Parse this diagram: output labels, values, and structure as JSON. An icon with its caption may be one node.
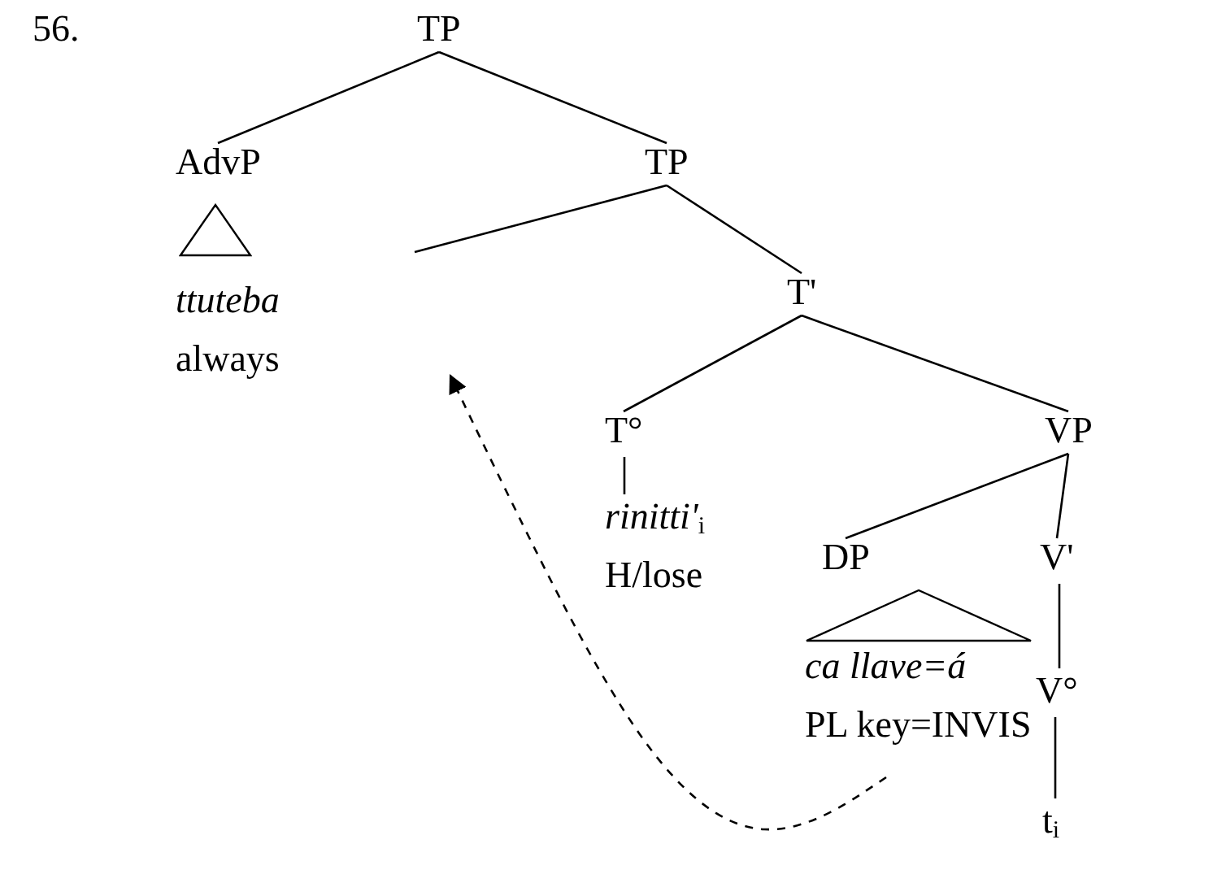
{
  "diagram": {
    "nodes": [
      {
        "text": [
          "TP"
        ]
      },
      {
        "text": [
          "AdvP"
        ]
      },
      {
        "text": [],
        "shape": "triangle"
      },
      {
        "text": [
          "ttuteba",
          "always"
        ]
      },
      {
        "text": [
          "TP"
        ]
      },
      {
        "text": [
          "T'"
        ]
      },
      {
        "text": [
          "T°"
        ]
      },
      {
        "text": [
          "rinitti'$_{i}$",
          "H/lose"
        ]
      },
      {
        "text": [
          "VP"
        ]
      },
      {
        "text": [
          "DP"
        ]
      },
      {
        "text": [],
        "shape": "triangle"
      },
      {
        "text": [
          "ca llave=á",
          "PL key=INVIS"
        ]
      },
      {
        "text": [
          "V'"
        ]
      },
      {
        "text": [
          "V°"
        ]
      },
      {
        "text": [
          "t$_{i}$"
        ]
      }
    ],
    "edges": [
      {
        "from": 0,
        "to": 1,
        "arrow": "none"
      },
      {
        "from": 0,
        "to": 4,
        "arrow": "none"
      },
      {
        "from": 4,
        "to": null,
        "arrow": "none"
      },
      {
        "from": 4,
        "to": 5,
        "arrow": "none"
      },
      {
        "from": 5,
        "to": 6,
        "arrow": "none"
      },
      {
        "from": 5,
        "to": 8,
        "arrow": "none"
      },
      {
        "from": 6,
        "to": 7,
        "arrow": "none"
      },
      {
        "from": 8,
        "to": 9,
        "arrow": "none"
      },
      {
        "from": 8,
        "to": 12,
        "arrow": "none"
      },
      {
        "from": 12,
        "to": 13,
        "arrow": "none"
      },
      {
        "from": 13,
        "to": 14,
        "arrow": "none"
      },
      {
        "from": 11,
        "to": null,
        "arrow": "to",
        "style": "dashed"
      }
    ],
    "labels": [
      "56."
    ]
  }
}
